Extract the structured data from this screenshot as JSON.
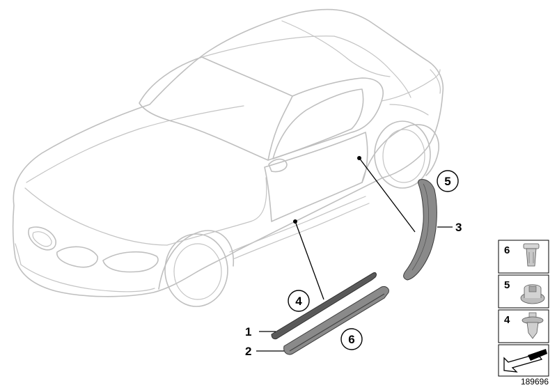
{
  "callouts": {
    "part_1": "1",
    "part_2": "2",
    "part_3": "3",
    "part_4": "4",
    "part_5": "5",
    "part_6": "6"
  },
  "legend": {
    "items": [
      "6",
      "5",
      "4"
    ]
  },
  "diagram_number": "189696",
  "colors": {
    "car_outline": "#bfbfbf",
    "part_dark": "#5a5a5a",
    "part_mid": "#8a8a8a",
    "ink": "#000000"
  }
}
